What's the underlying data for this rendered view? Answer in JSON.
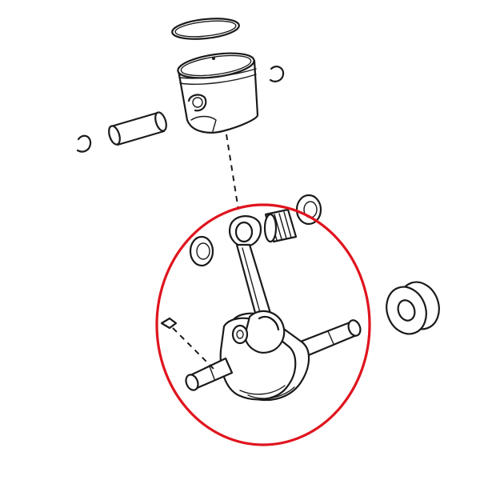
{
  "diagram": {
    "parts": [
      {
        "id": "piston-ring",
        "kind": "ring"
      },
      {
        "id": "piston",
        "kind": "piston"
      },
      {
        "id": "circlip-left",
        "kind": "clip"
      },
      {
        "id": "circlip-right",
        "kind": "clip"
      },
      {
        "id": "piston-pin",
        "kind": "pin"
      },
      {
        "id": "needle-bearing",
        "kind": "bearing"
      },
      {
        "id": "washer-right-upper",
        "kind": "washer"
      },
      {
        "id": "washer-left",
        "kind": "washer"
      },
      {
        "id": "crankshaft-assembly",
        "kind": "crankshaft"
      },
      {
        "id": "woodruff-key",
        "kind": "key"
      },
      {
        "id": "main-bearing",
        "kind": "bearing"
      }
    ],
    "highlight": {
      "target": "crankshaft-assembly",
      "color": "#e0141e"
    }
  }
}
